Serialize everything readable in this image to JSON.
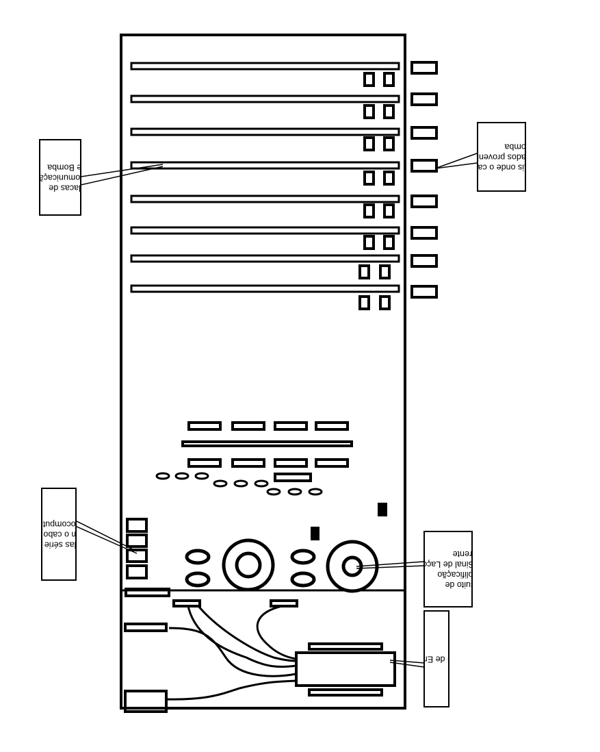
{
  "diagram": {
    "colors": {
      "stroke": "#000000",
      "background": "#ffffff"
    },
    "callouts": [
      {
        "id": "communication-boards",
        "text": "Placas de\nComunicação\nde Bomba"
      },
      {
        "id": "open-slots",
        "text": "Locais onde o cabo\nde dados proveniente\nda bomba"
      },
      {
        "id": "serial-outputs",
        "text": "Saídas série que\nligam o cabo ao\nmicrocomputador"
      },
      {
        "id": "current-loop",
        "text": "Circuito de\nAmplificação\nde Sinal de Laço de\nCorrente"
      },
      {
        "id": "power-supply",
        "text": "Fonte de Energia"
      }
    ]
  }
}
